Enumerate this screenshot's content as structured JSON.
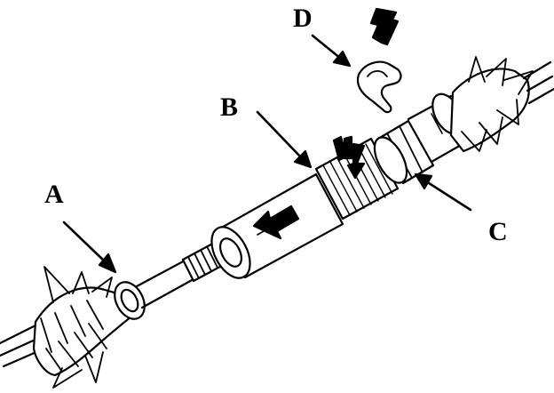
{
  "callouts": {
    "a": "A",
    "b": "B",
    "c": "C",
    "d": "D"
  },
  "colors": {
    "ink": "#000000",
    "paper": "#ffffff"
  }
}
